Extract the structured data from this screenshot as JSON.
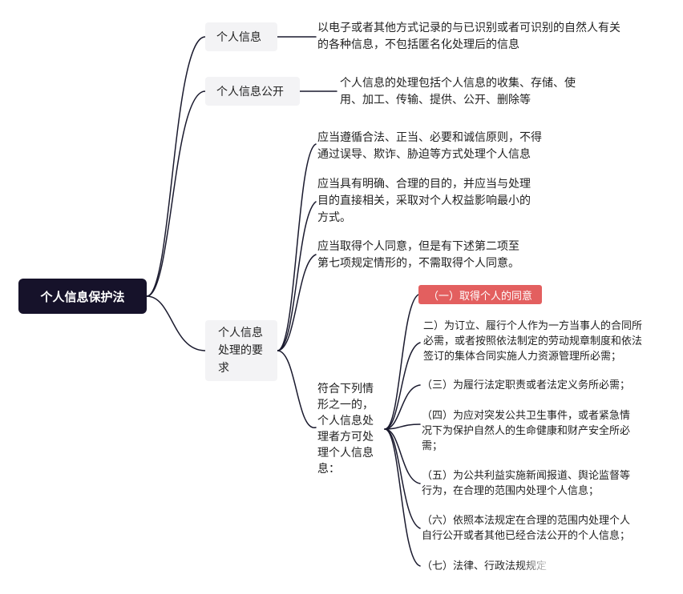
{
  "root": {
    "label": "个人信息保护法"
  },
  "branches": [
    {
      "label": "个人信息",
      "text": [
        "以电子或者其他方式记录的与已识别或者可识别的自然人有关",
        "的各种信息，不包括匿名化处理后的信息"
      ]
    },
    {
      "label": "个人信息公开",
      "text": [
        "个人信息的处理包括个人信息的收集、存储、使",
        "用、加工、传输、提供、公开、删除等"
      ]
    },
    {
      "label": [
        "个人信息",
        "处理的要",
        "求"
      ],
      "requirements": [
        [
          "应当遵循合法、正当、必要和诚信原则，不得",
          "通过误导、欺诈、胁迫等方式处理个人信息"
        ],
        [
          "应当具有明确、合理的目的，并应当与处理",
          "目的直接相关，采取对个人权益影响最小的",
          "方式。"
        ],
        [
          "应当取得个人同意，但是有下述第二项至",
          "第七项规定情形的，不需取得个人同意。"
        ]
      ],
      "conditions_label": [
        "符合下列情",
        "形之一的，",
        "个人信息处",
        "理者方可处",
        "理个人信息",
        "息："
      ],
      "conditions": [
        [
          "（一）取得个人的同意"
        ],
        [
          "二）为订立、履行个人作为一方当事人的合同所",
          "必需，或者按照依法制定的劳动规章制度和依法",
          "签订的集体合同实施人力资源管理所必需；"
        ],
        [
          "（三）为履行法定职责或者法定义务所必需；"
        ],
        [
          "（四）为应对突发公共卫生事件，或者紧急情",
          "况下为保护自然人的生命健康和财产安全所必",
          "需；"
        ],
        [
          "（五）为公共利益实施新闻报道、舆论监督等",
          "行为，在合理的范围内处理个人信息；"
        ],
        [
          "（六）依照本法规定在合理的范围内处理个人",
          "自行公开或者其他已经合法公开的个人信息；"
        ],
        [
          "（七）法律、行政法规规定"
        ]
      ]
    }
  ],
  "colors": {
    "root_bg": "#16122a",
    "branch_bg": "#f3f3f5",
    "connector": "#1a1a2e",
    "highlight_bg": "#e35f5f"
  }
}
